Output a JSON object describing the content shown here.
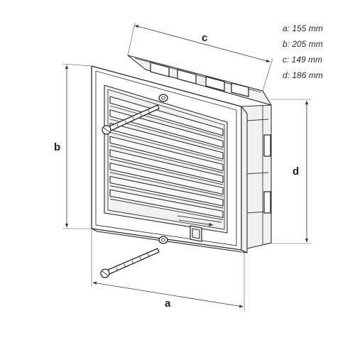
{
  "dimensions": {
    "a": {
      "letter": "a",
      "spec": "a: 155 mm"
    },
    "b": {
      "letter": "b",
      "spec": "b: 205 mm"
    },
    "c": {
      "letter": "c",
      "spec": "c: 149 mm"
    },
    "d": {
      "letter": "d",
      "spec": "d: 186 mm"
    }
  },
  "louver_count": 8,
  "line_color": "#2b2b2b"
}
